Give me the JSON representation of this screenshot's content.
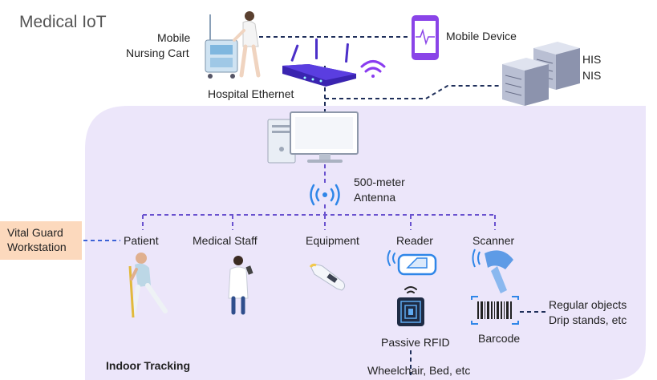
{
  "title": "Medical IoT",
  "nodes": {
    "cart_line1": "Mobile",
    "cart_line2": "Nursing Cart",
    "mobile_device": "Mobile Device",
    "his": "HIS",
    "nis": "NIS",
    "hospital_ethernet": "Hospital Ethernet",
    "antenna_line1": "500-meter",
    "antenna_line2": "Antenna",
    "vital_line1": "Vital Guard",
    "vital_line2": "Workstation",
    "patient": "Patient",
    "medical_staff": "Medical Staff",
    "equipment": "Equipment",
    "reader": "Reader",
    "scanner": "Scanner",
    "passive_rfid": "Passive RFID",
    "barcode": "Barcode",
    "regular_objects": "Regular objects",
    "drip_stands": "Drip stands, etc",
    "wheelchair": "Wheelchair, Bed, etc",
    "indoor_tracking": "Indoor Tracking"
  },
  "colors": {
    "zone_fill": "#ece6fa",
    "accent_purple": "#4b2fc8",
    "link_dark": "#1f2f5a",
    "link_blue": "#3d63d6",
    "link_purple": "#6a52cf",
    "vital_fill": "#fcd9bd",
    "icon_blue": "#2f86e8"
  }
}
